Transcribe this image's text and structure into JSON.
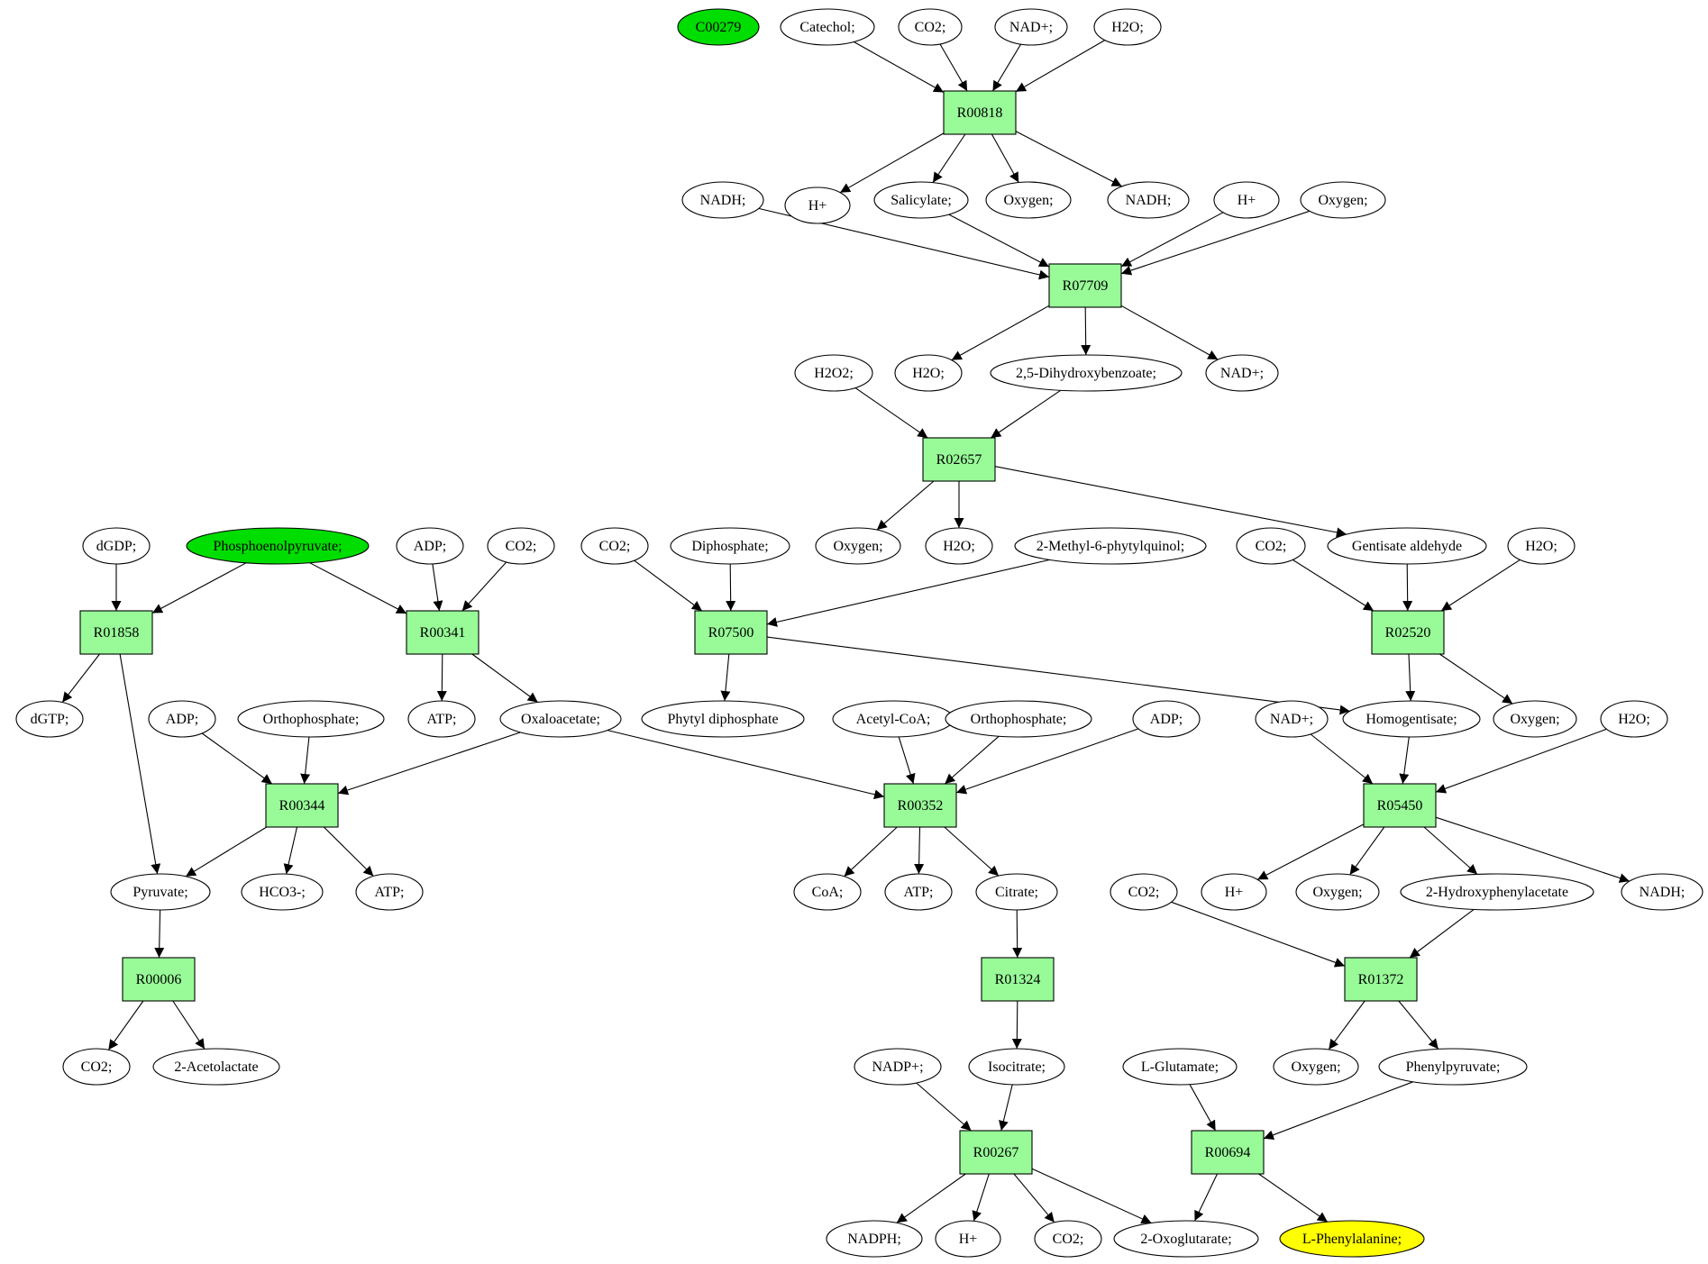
{
  "colors": {
    "reaction_fill": "#98fb98",
    "start_fill": "#00dd00",
    "target_fill": "#ffff00",
    "compound_fill": "#ffffff",
    "stroke": "#000000"
  },
  "nodes": [
    {
      "id": "c00279",
      "label": "C00279",
      "kind": "start"
    },
    {
      "id": "catechol",
      "label": "Catechol;",
      "kind": "compound"
    },
    {
      "id": "co2_a",
      "label": "CO2;",
      "kind": "compound"
    },
    {
      "id": "nadp_a",
      "label": "NAD+;",
      "kind": "compound"
    },
    {
      "id": "h2o_a",
      "label": "H2O;",
      "kind": "compound"
    },
    {
      "id": "R00818",
      "label": "R00818",
      "kind": "reaction"
    },
    {
      "id": "nadh_a",
      "label": "NADH;",
      "kind": "compound"
    },
    {
      "id": "hplus_a",
      "label": "H+",
      "kind": "compound"
    },
    {
      "id": "salicylate",
      "label": "Salicylate;",
      "kind": "compound"
    },
    {
      "id": "oxygen_a",
      "label": "Oxygen;",
      "kind": "compound"
    },
    {
      "id": "nadh_b",
      "label": "NADH;",
      "kind": "compound"
    },
    {
      "id": "hplus_b",
      "label": "H+",
      "kind": "compound"
    },
    {
      "id": "oxygen_b",
      "label": "Oxygen;",
      "kind": "compound"
    },
    {
      "id": "R07709",
      "label": "R07709",
      "kind": "reaction"
    },
    {
      "id": "h2o2",
      "label": "H2O2;",
      "kind": "compound"
    },
    {
      "id": "h2o_b",
      "label": "H2O;",
      "kind": "compound"
    },
    {
      "id": "dhb",
      "label": "2,5-Dihydroxybenzoate;",
      "kind": "compound"
    },
    {
      "id": "nadp_b",
      "label": "NAD+;",
      "kind": "compound"
    },
    {
      "id": "R02657",
      "label": "R02657",
      "kind": "reaction"
    },
    {
      "id": "oxygen_c",
      "label": "Oxygen;",
      "kind": "compound"
    },
    {
      "id": "h2o_c",
      "label": "H2O;",
      "kind": "compound"
    },
    {
      "id": "dgdp",
      "label": "dGDP;",
      "kind": "compound"
    },
    {
      "id": "pep",
      "label": "Phosphoenolpyruvate;",
      "kind": "start"
    },
    {
      "id": "adp_a",
      "label": "ADP;",
      "kind": "compound"
    },
    {
      "id": "co2_b",
      "label": "CO2;",
      "kind": "compound"
    },
    {
      "id": "co2_c",
      "label": "CO2;",
      "kind": "compound"
    },
    {
      "id": "diphosphate",
      "label": "Diphosphate;",
      "kind": "compound"
    },
    {
      "id": "mpq",
      "label": "2-Methyl-6-phytylquinol;",
      "kind": "compound"
    },
    {
      "id": "co2_d",
      "label": "CO2;",
      "kind": "compound"
    },
    {
      "id": "gentisald",
      "label": "Gentisate aldehyde",
      "kind": "compound"
    },
    {
      "id": "h2o_d",
      "label": "H2O;",
      "kind": "compound"
    },
    {
      "id": "R01858",
      "label": "R01858",
      "kind": "reaction"
    },
    {
      "id": "R00341",
      "label": "R00341",
      "kind": "reaction"
    },
    {
      "id": "R07500",
      "label": "R07500",
      "kind": "reaction"
    },
    {
      "id": "R02520",
      "label": "R02520",
      "kind": "reaction"
    },
    {
      "id": "dgtp",
      "label": "dGTP;",
      "kind": "compound"
    },
    {
      "id": "adp_b",
      "label": "ADP;",
      "kind": "compound"
    },
    {
      "id": "orthophos_a",
      "label": "Orthophosphate;",
      "kind": "compound"
    },
    {
      "id": "atp_a",
      "label": "ATP;",
      "kind": "compound"
    },
    {
      "id": "oxaloacetate",
      "label": "Oxaloacetate;",
      "kind": "compound"
    },
    {
      "id": "phytyl",
      "label": "Phytyl diphosphate",
      "kind": "compound"
    },
    {
      "id": "acetylcoa",
      "label": "Acetyl-CoA;",
      "kind": "compound"
    },
    {
      "id": "orthophos_b",
      "label": "Orthophosphate;",
      "kind": "compound"
    },
    {
      "id": "adp_c",
      "label": "ADP;",
      "kind": "compound"
    },
    {
      "id": "nadp_c",
      "label": "NAD+;",
      "kind": "compound"
    },
    {
      "id": "homogentisate",
      "label": "Homogentisate;",
      "kind": "compound"
    },
    {
      "id": "oxygen_d",
      "label": "Oxygen;",
      "kind": "compound"
    },
    {
      "id": "h2o_e",
      "label": "H2O;",
      "kind": "compound"
    },
    {
      "id": "R00344",
      "label": "R00344",
      "kind": "reaction"
    },
    {
      "id": "R00352",
      "label": "R00352",
      "kind": "reaction"
    },
    {
      "id": "R05450",
      "label": "R05450",
      "kind": "reaction"
    },
    {
      "id": "pyruvate",
      "label": "Pyruvate;",
      "kind": "compound"
    },
    {
      "id": "hco3",
      "label": "HCO3-;",
      "kind": "compound"
    },
    {
      "id": "atp_b",
      "label": "ATP;",
      "kind": "compound"
    },
    {
      "id": "coa",
      "label": "CoA;",
      "kind": "compound"
    },
    {
      "id": "atp_c",
      "label": "ATP;",
      "kind": "compound"
    },
    {
      "id": "citrate",
      "label": "Citrate;",
      "kind": "compound"
    },
    {
      "id": "co2_e",
      "label": "CO2;",
      "kind": "compound"
    },
    {
      "id": "hplus_c",
      "label": "H+",
      "kind": "compound"
    },
    {
      "id": "oxygen_e",
      "label": "Oxygen;",
      "kind": "compound"
    },
    {
      "id": "hpa",
      "label": "2-Hydroxyphenylacetate",
      "kind": "compound"
    },
    {
      "id": "nadh_c",
      "label": "NADH;",
      "kind": "compound"
    },
    {
      "id": "R00006",
      "label": "R00006",
      "kind": "reaction"
    },
    {
      "id": "R01324",
      "label": "R01324",
      "kind": "reaction"
    },
    {
      "id": "R01372",
      "label": "R01372",
      "kind": "reaction"
    },
    {
      "id": "co2_f",
      "label": "CO2;",
      "kind": "compound"
    },
    {
      "id": "acetolactate",
      "label": "2-Acetolactate",
      "kind": "compound"
    },
    {
      "id": "nadpplus",
      "label": "NADP+;",
      "kind": "compound"
    },
    {
      "id": "isocitrate",
      "label": "Isocitrate;",
      "kind": "compound"
    },
    {
      "id": "lglutamate",
      "label": "L-Glutamate;",
      "kind": "compound"
    },
    {
      "id": "oxygen_f",
      "label": "Oxygen;",
      "kind": "compound"
    },
    {
      "id": "phenylpyruvate",
      "label": "Phenylpyruvate;",
      "kind": "compound"
    },
    {
      "id": "R00267",
      "label": "R00267",
      "kind": "reaction"
    },
    {
      "id": "R00694",
      "label": "R00694",
      "kind": "reaction"
    },
    {
      "id": "nadph",
      "label": "NADPH;",
      "kind": "compound"
    },
    {
      "id": "hplus_d",
      "label": "H+",
      "kind": "compound"
    },
    {
      "id": "co2_g",
      "label": "CO2;",
      "kind": "compound"
    },
    {
      "id": "oxoglutarate",
      "label": "2-Oxoglutarate;",
      "kind": "compound"
    },
    {
      "id": "lphe",
      "label": "L-Phenylalanine;",
      "kind": "target"
    }
  ],
  "edges": [
    [
      "catechol",
      "R00818"
    ],
    [
      "co2_a",
      "R00818"
    ],
    [
      "nadp_a",
      "R00818"
    ],
    [
      "h2o_a",
      "R00818"
    ],
    [
      "R00818",
      "hplus_a"
    ],
    [
      "R00818",
      "salicylate"
    ],
    [
      "R00818",
      "oxygen_a"
    ],
    [
      "R00818",
      "nadh_b"
    ],
    [
      "nadh_a",
      "R07709"
    ],
    [
      "salicylate",
      "R07709"
    ],
    [
      "hplus_b",
      "R07709"
    ],
    [
      "oxygen_b",
      "R07709"
    ],
    [
      "R07709",
      "h2o_b"
    ],
    [
      "R07709",
      "dhb"
    ],
    [
      "R07709",
      "nadp_b"
    ],
    [
      "h2o2",
      "R02657"
    ],
    [
      "dhb",
      "R02657"
    ],
    [
      "R02657",
      "oxygen_c"
    ],
    [
      "R02657",
      "h2o_c"
    ],
    [
      "R02657",
      "gentisald"
    ],
    [
      "dgdp",
      "R01858"
    ],
    [
      "pep",
      "R01858"
    ],
    [
      "pep",
      "R00341"
    ],
    [
      "adp_a",
      "R00341"
    ],
    [
      "co2_b",
      "R00341"
    ],
    [
      "co2_c",
      "R07500"
    ],
    [
      "diphosphate",
      "R07500"
    ],
    [
      "mpq",
      "R07500"
    ],
    [
      "co2_d",
      "R02520"
    ],
    [
      "gentisald",
      "R02520"
    ],
    [
      "h2o_d",
      "R02520"
    ],
    [
      "R01858",
      "dgtp"
    ],
    [
      "R01858",
      "pyruvate"
    ],
    [
      "R00341",
      "atp_a"
    ],
    [
      "R00341",
      "oxaloacetate"
    ],
    [
      "R07500",
      "phytyl"
    ],
    [
      "R07500",
      "homogentisate"
    ],
    [
      "R02520",
      "homogentisate"
    ],
    [
      "R02520",
      "oxygen_d"
    ],
    [
      "adp_b",
      "R00344"
    ],
    [
      "orthophos_a",
      "R00344"
    ],
    [
      "oxaloacetate",
      "R00344"
    ],
    [
      "oxaloacetate",
      "R00352"
    ],
    [
      "acetylcoa",
      "R00352"
    ],
    [
      "orthophos_b",
      "R00352"
    ],
    [
      "adp_c",
      "R00352"
    ],
    [
      "nadp_c",
      "R05450"
    ],
    [
      "homogentisate",
      "R05450"
    ],
    [
      "h2o_e",
      "R05450"
    ],
    [
      "R00344",
      "pyruvate"
    ],
    [
      "R00344",
      "hco3"
    ],
    [
      "R00344",
      "atp_b"
    ],
    [
      "R00352",
      "coa"
    ],
    [
      "R00352",
      "atp_c"
    ],
    [
      "R00352",
      "citrate"
    ],
    [
      "R05450",
      "hplus_c"
    ],
    [
      "R05450",
      "oxygen_e"
    ],
    [
      "R05450",
      "hpa"
    ],
    [
      "R05450",
      "nadh_c"
    ],
    [
      "pyruvate",
      "R00006"
    ],
    [
      "citrate",
      "R01324"
    ],
    [
      "co2_e",
      "R01372"
    ],
    [
      "hpa",
      "R01372"
    ],
    [
      "R00006",
      "co2_f"
    ],
    [
      "R00006",
      "acetolactate"
    ],
    [
      "R01324",
      "isocitrate"
    ],
    [
      "R01372",
      "oxygen_f"
    ],
    [
      "R01372",
      "phenylpyruvate"
    ],
    [
      "nadpplus",
      "R00267"
    ],
    [
      "isocitrate",
      "R00267"
    ],
    [
      "lglutamate",
      "R00694"
    ],
    [
      "phenylpyruvate",
      "R00694"
    ],
    [
      "R00267",
      "nadph"
    ],
    [
      "R00267",
      "hplus_d"
    ],
    [
      "R00267",
      "co2_g"
    ],
    [
      "R00267",
      "oxoglutarate"
    ],
    [
      "R00694",
      "oxoglutarate"
    ],
    [
      "R00694",
      "lphe"
    ]
  ]
}
